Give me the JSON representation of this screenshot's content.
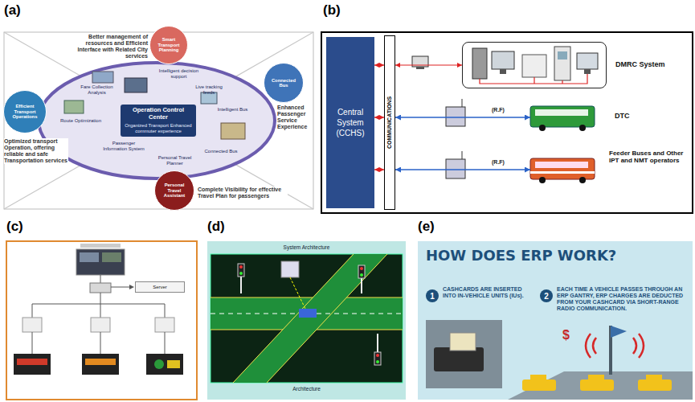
{
  "diagram": {
    "nodes": [
      {
        "text": [
          "Fare Collection Analysis",
          "Intelligent decision support",
          "Live tracking feeds",
          "Intelligent Bus",
          "Connected Bus",
          "Personal Travel Planner",
          "Passenger Information System",
          "Route Optimization"
        ]
      },
      {
        "text": [
          "Operation Control Center",
          "Organized Transport Enhanced commuter experience"
        ],
        "in": 0
      },
      {
        "text": [
          "Smart Transport Planning"
        ]
      },
      {
        "text": [
          "Connected Bus"
        ]
      },
      {
        "text": [
          "Efficient Transport Operations"
        ]
      },
      {
        "text": [
          "Personal Travel Assistant"
        ]
      },
      {
        "text": [
          "Central System (CCHS)"
        ]
      },
      {
        "text": [
          "COMMUNICATIONS"
        ]
      },
      {
        "text": [
          "DMRC System"
        ]
      },
      {
        "text": [
          "DTC"
        ]
      },
      {
        "text": [
          "Feeder Buses and Other IPT and NMT operators"
        ]
      },
      {
        "text": [
          "Server"
        ]
      },
      {
        "text": [
          "1"
        ]
      },
      {
        "text": [
          "2"
        ]
      }
    ],
    "edges": [
      {
        "from": 6,
        "to": 7,
        "arrow": "both"
      },
      {
        "from": 6,
        "to": 7,
        "arrow": "both"
      },
      {
        "from": 6,
        "to": 7,
        "arrow": "both"
      },
      {
        "from": 7,
        "to": 8,
        "arrow": "both"
      },
      {
        "from": 7,
        "to": 9,
        "label": "(R.F)",
        "arrow": "both"
      },
      {
        "from": 7,
        "to": 10,
        "label": "(R.F)",
        "arrow": "both"
      }
    ],
    "labels": [
      "(a)",
      "Better management of resources and Efficient Interface with Related City services",
      "Enhanced Passenger Service Experience",
      "Optimized transport Operation, offering reliable and safe Transportation services",
      "Complete Visibility for effective Travel Plan for passengers",
      "(b)",
      "(c)",
      "(d)",
      "System Architecture",
      "Architecture",
      "(e)",
      "HOW DOES ERP WORK?",
      "CASHCARDS ARE INSERTED INTO IN-VEHICLE UNITS (IUs).",
      "EACH TIME A VEHICLE PASSES THROUGH AN ERP GANTRY, ERP CHARGES ARE DEDUCTED FROM YOUR CASHCARD VIA SHORT-RANGE RADIO COMMUNICATION.",
      "$"
    ]
  }
}
